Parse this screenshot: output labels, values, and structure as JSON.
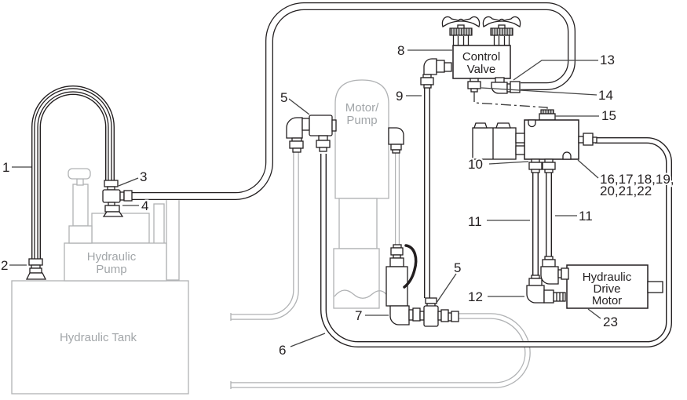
{
  "diagram": {
    "colors": {
      "line_dark": "#231f20",
      "line_gray": "#b0b2b4",
      "text_gray": "#a2a6a9",
      "leader": "#454545"
    },
    "components": {
      "hydraulic_pump": {
        "line1": "Hydraulic",
        "line2": "Pump"
      },
      "hydraulic_tank": {
        "label": "Hydraulic Tank"
      },
      "motor_pump": {
        "line1": "Motor/",
        "line2": "Pump"
      },
      "control_valve": {
        "line1": "Control",
        "line2": "Valve"
      },
      "hydraulic_drive_motor": {
        "line1": "Hydraulic",
        "line2": "Drive",
        "line3": "Motor"
      }
    },
    "callouts": {
      "c1": "1",
      "c2": "2",
      "c3": "3",
      "c4": "4",
      "c5a": "5",
      "c5b": "5",
      "c6": "6",
      "c7": "7",
      "c8": "8",
      "c9": "9",
      "c10": "10",
      "c11a": "11",
      "c11b": "11",
      "c12": "12",
      "c13": "13",
      "c14": "14",
      "c15": "15",
      "c16_22a": "16,17,18,19,",
      "c16_22b": "20,21,22",
      "c23": "23"
    }
  }
}
